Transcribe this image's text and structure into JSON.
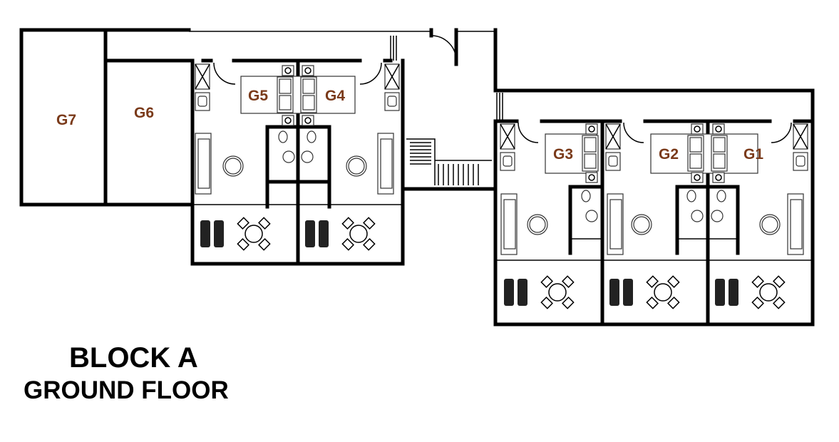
{
  "plan": {
    "units": {
      "g1": "G1",
      "g2": "G2",
      "g3": "G3",
      "g4": "G4",
      "g5": "G5",
      "g6": "G6",
      "g7": "G7"
    },
    "title_line1": "BLOCK A",
    "title_line2": "GROUND FLOOR",
    "colors": {
      "label": "#7a3a1a",
      "wall": "#000000"
    }
  }
}
